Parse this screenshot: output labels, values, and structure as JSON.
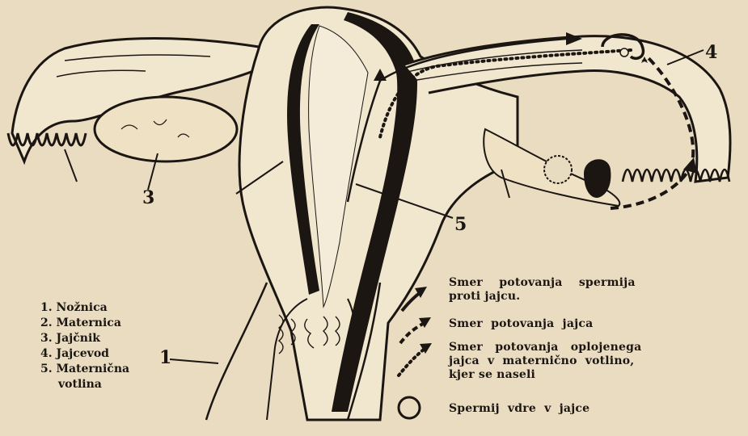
{
  "labels": {
    "n1": "1",
    "n3": "3",
    "n4": "4",
    "n5": "5"
  },
  "legend": [
    "1. Nožnica",
    "2. Maternica",
    "3. Jajčnik",
    "4. Jajcevod",
    "5. Maternična",
    "votlina"
  ],
  "key": {
    "sperm_path": "Smer    potovanja    spermija\nproti jajcu.",
    "egg_path": "Smer  potovanja  jajca",
    "fertilized_path": "Smer   potovanja   oplojenega\njajca  v  maternično  votlino,\nkjer se naseli",
    "penetration": "Spermij  vdre  v  jajce"
  }
}
